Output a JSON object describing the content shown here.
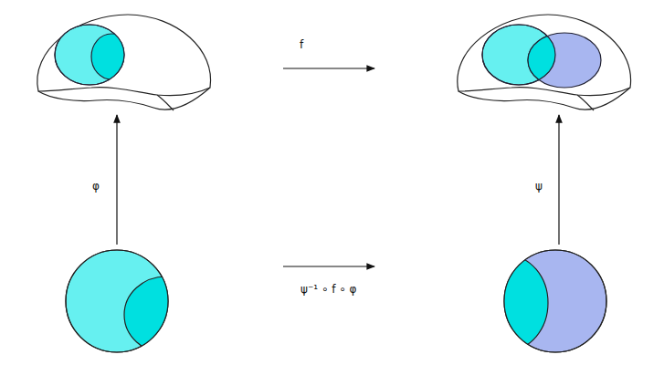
{
  "diagram": {
    "labels": [
      "f",
      "φ",
      "ψ",
      "ψ⁻¹ ∘ f ∘ φ"
    ]
  }
}
